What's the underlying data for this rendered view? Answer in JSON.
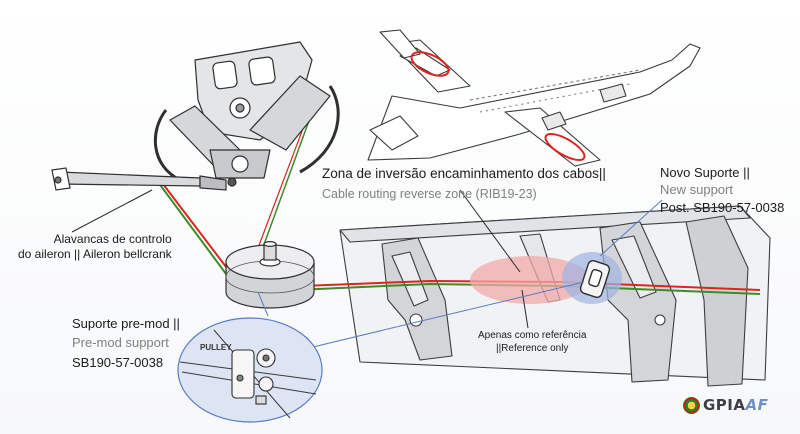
{
  "labels": {
    "zone_pt": "Zona de inversão encaminhamento dos cabos||",
    "zone_en": "Cable routing reverse zone (RIB19-23)",
    "aileron_pt": "Alavancas de controlo",
    "aileron_mixed": "do aileron || Aileron bellcrank",
    "novo_pt": "Novo Suporte ||",
    "novo_en": "New support",
    "novo_ref": "Post. SB190-57-0038",
    "premod_pt": "Suporte pre-mod ||",
    "premod_en": "Pre-mod support",
    "premod_ref": "SB190-57-0038",
    "ref_pt": "Apenas como referência",
    "ref_en": "||Reference only",
    "pulley": "PULLEY"
  },
  "logo": {
    "text": "GPIAAF",
    "icon": "gpiaaf-seal-icon"
  },
  "colors": {
    "cable_red": "#d9271f",
    "cable_green": "#3f8a2a",
    "highlight_red": "#f2a9a9",
    "highlight_blue": "#9fb4e3",
    "callout_line": "#5a7cc2"
  }
}
